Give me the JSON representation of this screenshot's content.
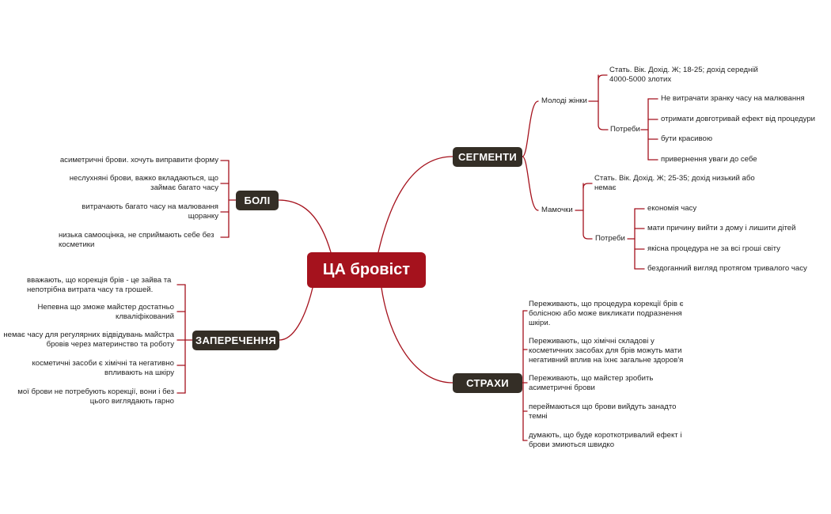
{
  "central": "ЦА бровіст",
  "segments": {
    "label": "СЕГМЕНТИ",
    "young": {
      "label": "Молоді жінки",
      "demo": "Стать. Вік. Дохід. Ж; 18-25; дохід середній 4000-5000 злотих",
      "needs_label": "Потреби",
      "needs": [
        "Не витрачати зранку часу на малювання",
        "отримати довготривай ефект від процедури",
        "бути красивою",
        "привернення уваги до себе"
      ]
    },
    "moms": {
      "label": "Мамочки",
      "demo": "Стать. Вік. Дохід. Ж; 25-35; дохід низький або немає",
      "needs_label": "Потреби",
      "needs": [
        "економія часу",
        "мати причину вийти з дому і лишити дітей",
        "якісна процедура не за всі гроші світу",
        "бездоганний вигляд протягом тривалого часу"
      ]
    }
  },
  "pains": {
    "label": "БОЛІ",
    "items": [
      "асиметричні брови. хочуть виправити форму",
      "неслухняні брови, важко вкладаються, що займає багато часу",
      "витрачають багато часу на малювання щоранку",
      "низька самооцінка, не сприймають себе без косметики"
    ]
  },
  "denial": {
    "label": "ЗАПЕРЕЧЕННЯ",
    "items": [
      "вважають, що корекція брів - це зайва та непотрібна витрата часу та грошей.",
      "Непевна що зможе майстер достатньо клваліфікований",
      "немає часу для регулярних відвідувань майстра бровів через материнство та роботу",
      "косметичні засоби є хімічні та негативно впливають на шкіру",
      "мої брови не потребують корекції, вони і без цього виглядають гарно"
    ]
  },
  "fears": {
    "label": "СТРАХИ",
    "items": [
      "Переживають, що процедура корекції брів є болісною або може викликати подразнення шкіри.",
      "Переживають, що хімічні складові у косметичних засобах для брів можуть мати негативний вплив на їхнє загальне здоров'я",
      "Переживають, що майстер зробить асиметричні брови",
      "переймаються що брови вийдуть занадто темні",
      "думають, що буде короткотривалий ефект і брови змиються швидко"
    ]
  },
  "colors": {
    "accent": "#a5121d",
    "branch_box": "#342e26",
    "line": "#a5121d"
  }
}
